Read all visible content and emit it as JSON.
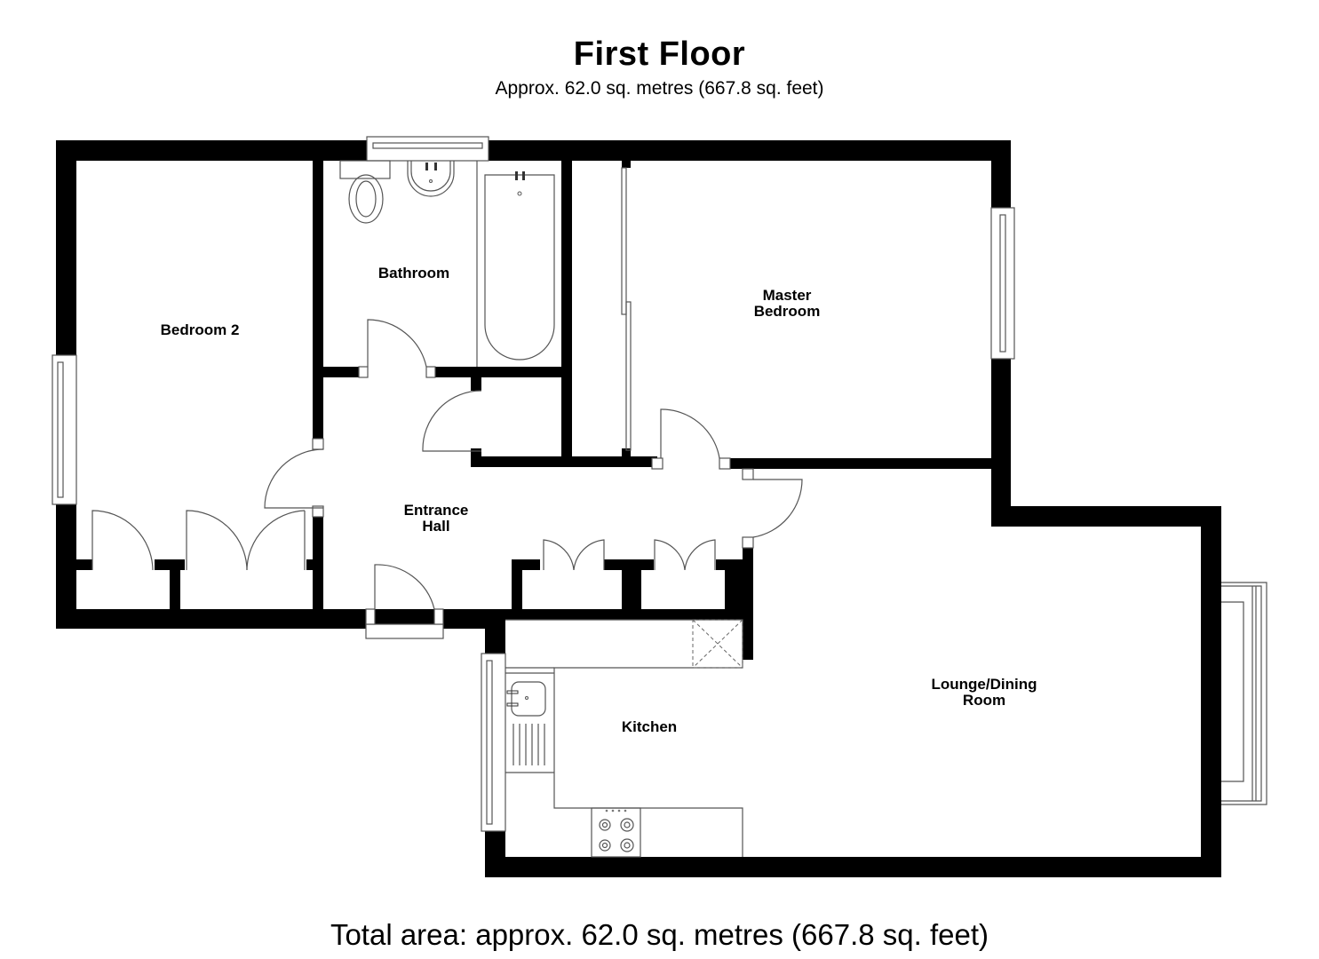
{
  "header": {
    "title": "First Floor",
    "subtitle": "Approx. 62.0 sq. metres (667.8 sq. feet)"
  },
  "rooms": [
    {
      "id": "bedroom-2",
      "label": "Bedroom 2"
    },
    {
      "id": "bathroom",
      "label": "Bathroom"
    },
    {
      "id": "master-bedroom",
      "label": "Master\nBedroom"
    },
    {
      "id": "entrance-hall",
      "label": "Entrance\nHall"
    },
    {
      "id": "kitchen",
      "label": "Kitchen"
    },
    {
      "id": "lounge-dining-room",
      "label": "Lounge/Dining\nRoom"
    }
  ],
  "footer": {
    "total_area": "Total area: approx. 62.0 sq. metres (667.8 sq. feet)"
  },
  "colors": {
    "wall": "#000000",
    "fixture_line": "#555555",
    "background": "#ffffff"
  }
}
